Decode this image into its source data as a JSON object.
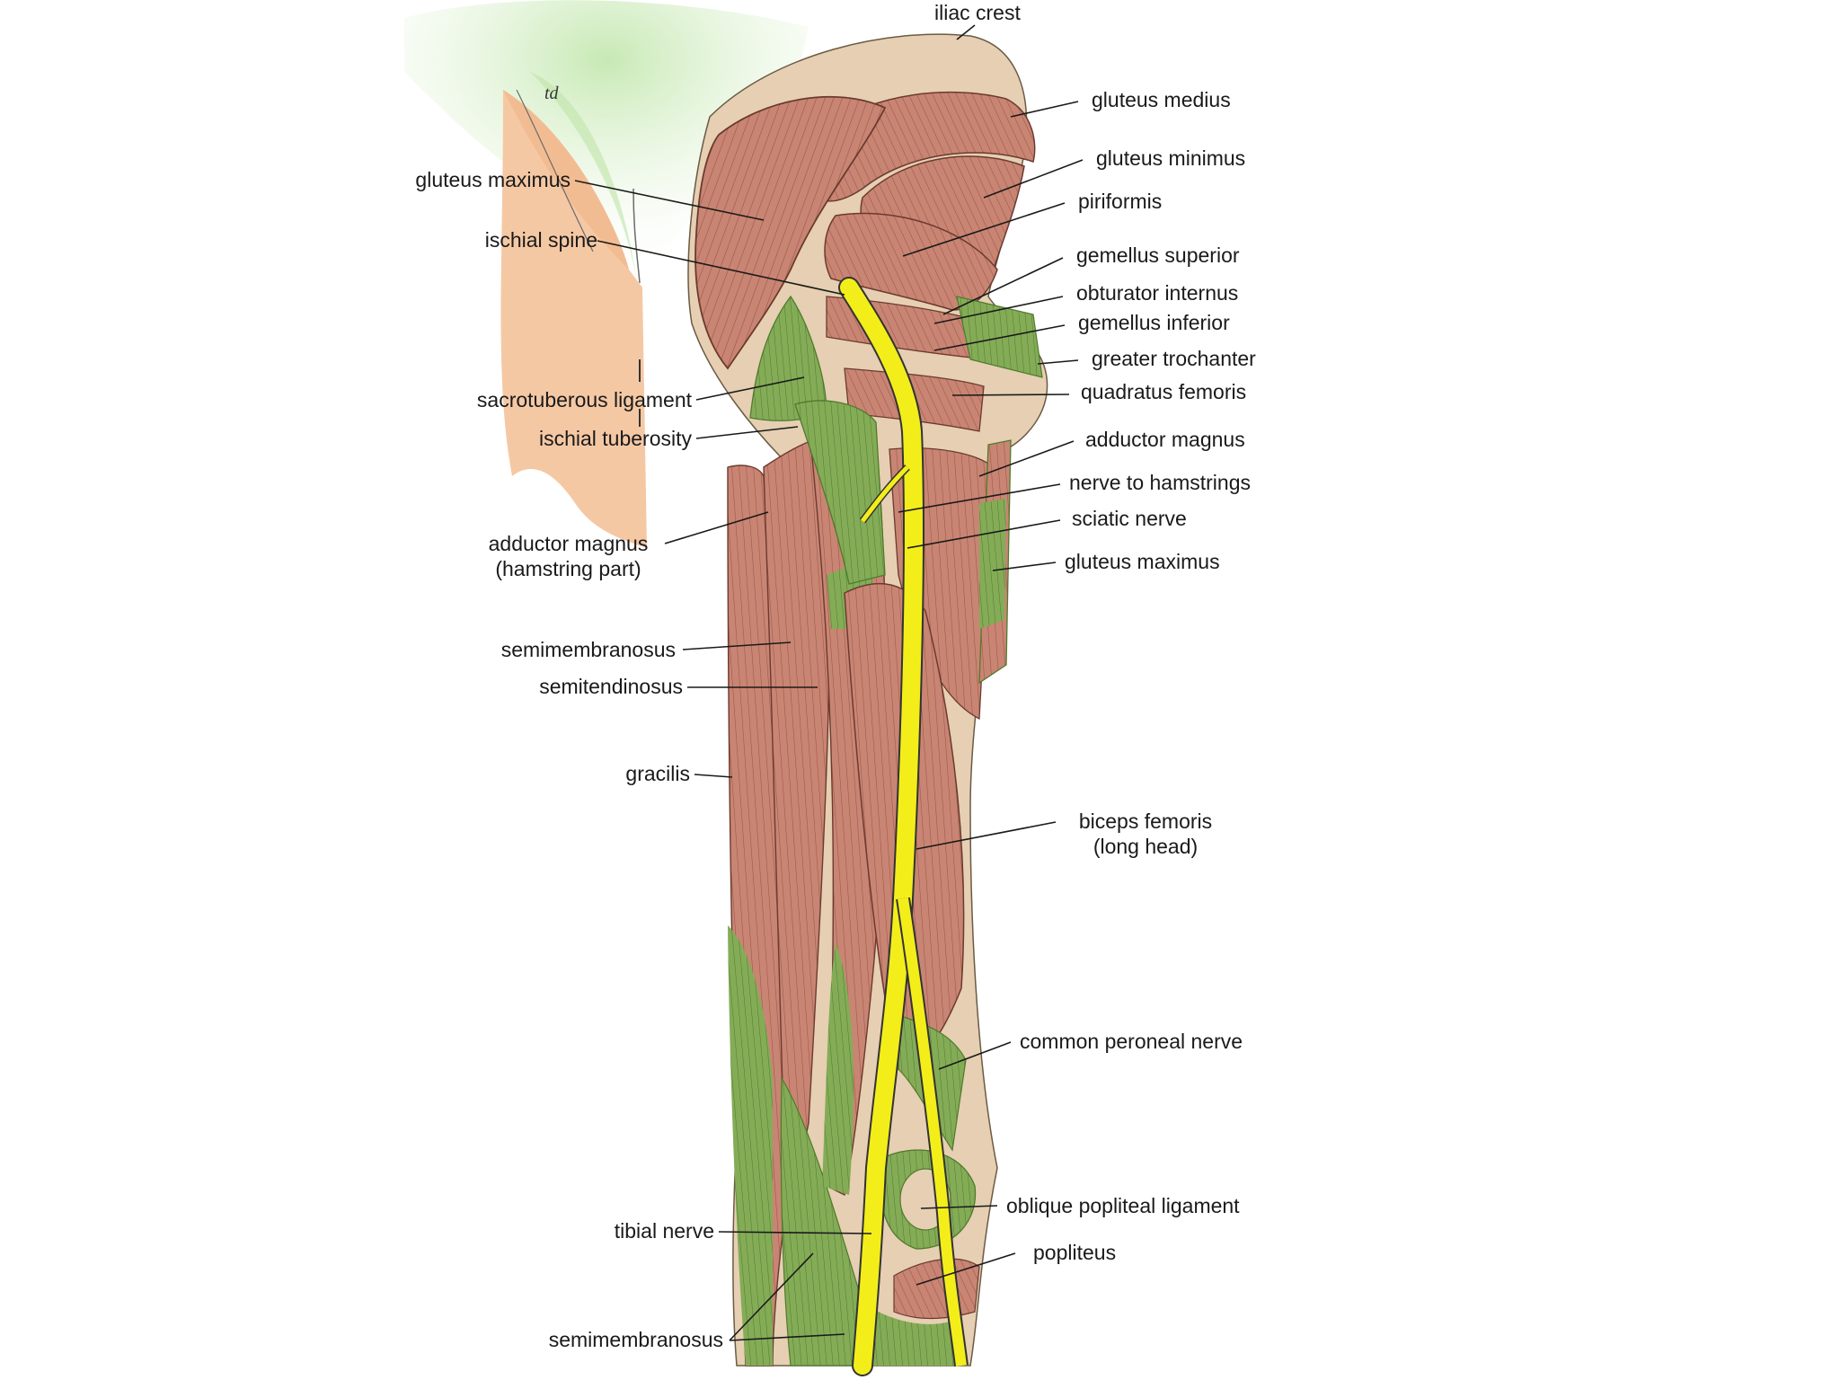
{
  "figure": {
    "signature": "td",
    "colors": {
      "background": "#ffffff",
      "muscle": "#c98573",
      "muscle_dark": "#9c5446",
      "bone": "#e6cfb2",
      "tendon": "#84ac57",
      "nerve": "#f3ee1a",
      "pelvis_skin": "#f5c8a4",
      "fascia_green": "#d6efc7"
    }
  },
  "labels": {
    "iliac_crest": "iliac crest",
    "gluteus_medius": "gluteus medius",
    "gluteus_minimus": "gluteus minimus",
    "piriformis": "piriformis",
    "gemellus_superior": "gemellus superior",
    "obturator_internus": "obturator internus",
    "gemellus_inferior": "gemellus inferior",
    "greater_trochanter": "greater trochanter",
    "quadratus_femoris": "quadratus femoris",
    "adductor_magnus": "adductor magnus",
    "nerve_to_hamstrings": "nerve to hamstrings",
    "sciatic_nerve": "sciatic nerve",
    "gluteus_maximus_right": "gluteus maximus",
    "biceps_femoris_line1": "biceps femoris",
    "biceps_femoris_line2": "(long head)",
    "common_peroneal_nerve": "common peroneal nerve",
    "oblique_popliteal_ligament": "oblique popliteal ligament",
    "popliteus": "popliteus",
    "gluteus_maximus_left": "gluteus maximus",
    "ischial_spine": "ischial spine",
    "sacrotuberous_ligament": "sacrotuberous ligament",
    "ischial_tuberosity": "ischial tuberosity",
    "adductor_magnus_hamstring_line1": "adductor magnus",
    "adductor_magnus_hamstring_line2": "(hamstring part)",
    "semimembranosus_upper": "semimembranosus",
    "semitendinosus": "semitendinosus",
    "gracilis": "gracilis",
    "tibial_nerve": "tibial nerve",
    "semimembranosus_lower": "semimembranosus"
  }
}
